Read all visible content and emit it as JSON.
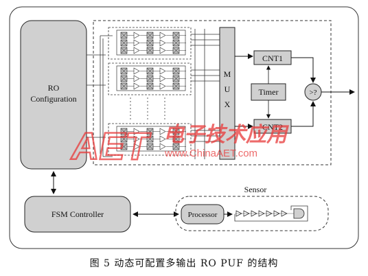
{
  "diagram": {
    "ro_config_line1": "RO",
    "ro_config_line2": "Configuration",
    "mux_letters": [
      "M",
      "U",
      "X"
    ],
    "cnt1": "CNT1",
    "timer": "Timer",
    "cnt2": "CNT2",
    "comparator": ">?",
    "fsm": "FSM Controller",
    "sensor": "Sensor",
    "processor": "Processor"
  },
  "watermark": {
    "logo": "AET",
    "cn_text": "电子技术应用",
    "url": "www.ChinaAET.com"
  },
  "caption": "图 5  动态可配置多输出 RO  PUF 的结构",
  "colors": {
    "box_fill": "#d0d0d0",
    "stroke": "#222222",
    "watermark_red": "#e83a3a"
  }
}
